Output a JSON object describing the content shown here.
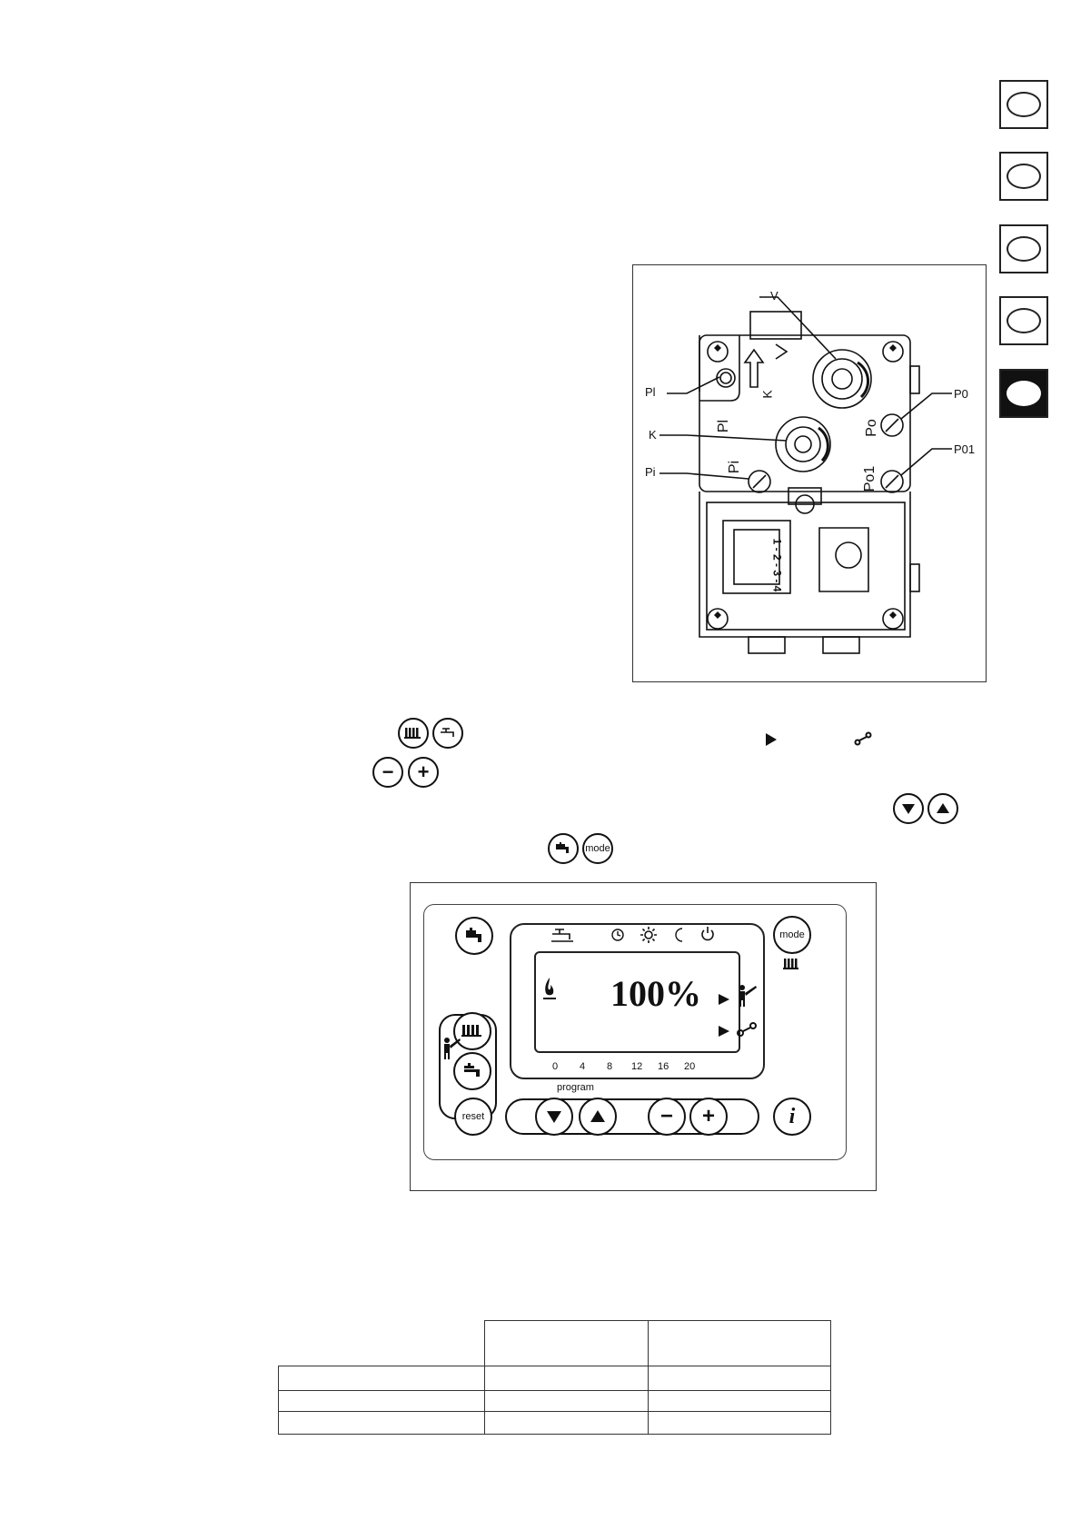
{
  "language_tabs": [
    {
      "name": "lang-tab-1",
      "active": false
    },
    {
      "name": "lang-tab-2",
      "active": false
    },
    {
      "name": "lang-tab-3",
      "active": false
    },
    {
      "name": "lang-tab-4",
      "active": false
    },
    {
      "name": "lang-tab-5",
      "active": true
    }
  ],
  "valve_figure": {
    "labels": {
      "v": "V",
      "pl": "Pl",
      "k": "K",
      "pi": "Pi",
      "po": "P0",
      "po1": "P01"
    },
    "body_text": {
      "pi_port": "Pi",
      "pl_port": "Pl",
      "po_port": "Po",
      "po1_port": "Po1",
      "k_mark": "K",
      "steps": "1 - 2 - 3 - 4"
    }
  },
  "inline_buttons": {
    "minus": "−",
    "plus": "+",
    "mode": "mode"
  },
  "control_panel": {
    "mode_label": "mode",
    "reset_label": "reset",
    "program_label": "program",
    "display_value": "100%",
    "timeline_ticks": [
      "0",
      "4",
      "8",
      "12",
      "16",
      "20"
    ],
    "minus": "−",
    "plus": "+",
    "info": "i"
  },
  "table": {
    "rows": [
      [
        "",
        "",
        ""
      ],
      [
        "",
        "",
        ""
      ],
      [
        "",
        "",
        ""
      ],
      [
        "",
        "",
        ""
      ]
    ]
  }
}
